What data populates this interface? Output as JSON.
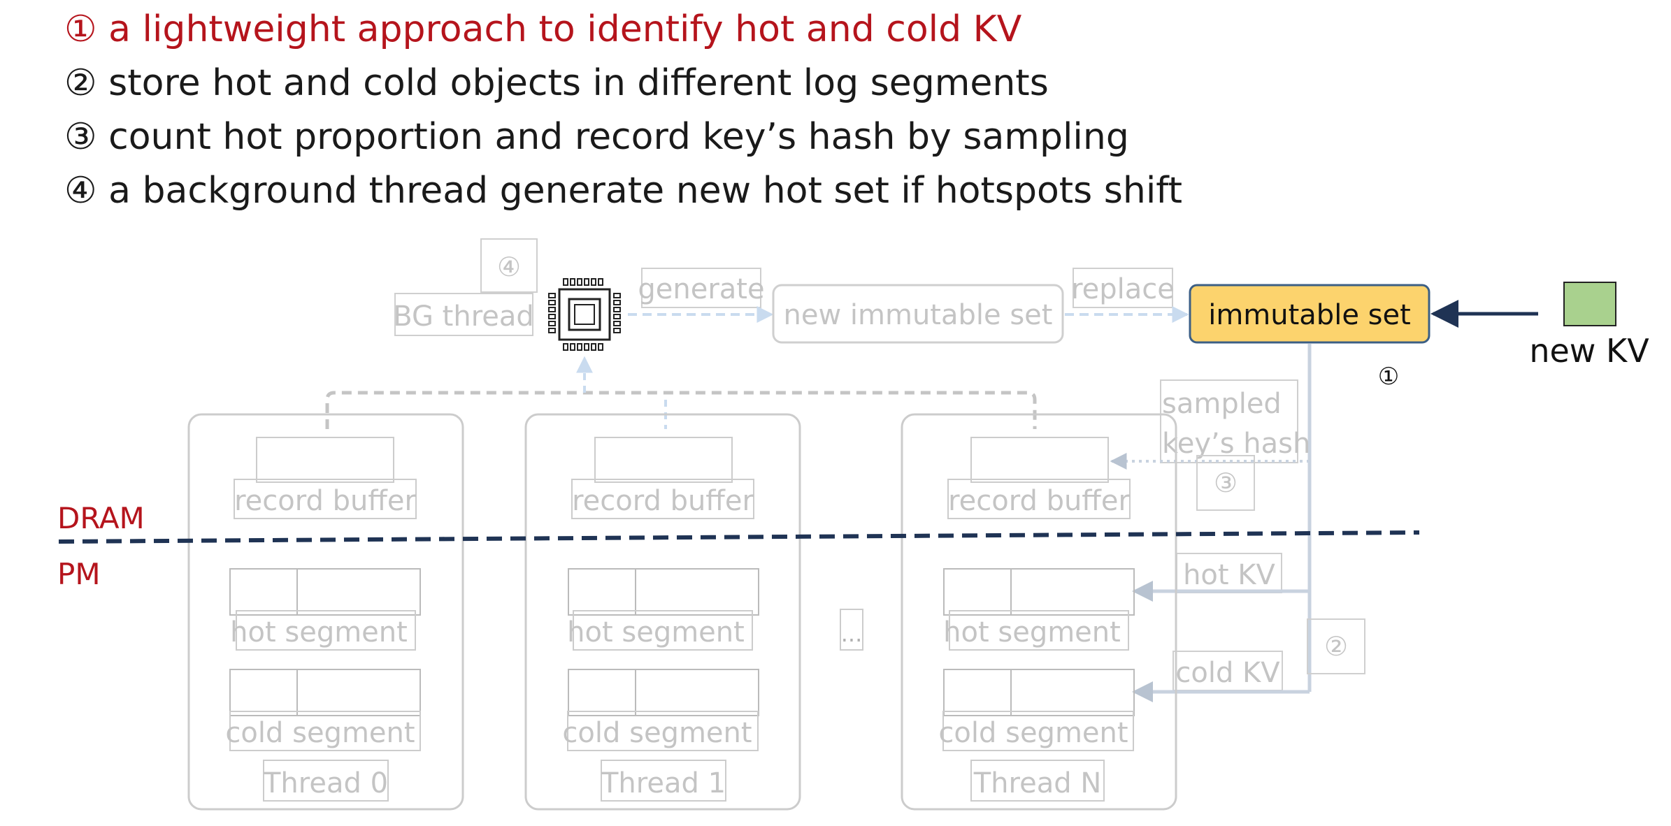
{
  "bullets": [
    {
      "text": "① a lightweight approach to identify hot and cold KV",
      "highlight": true
    },
    {
      "text": "② store hot and cold objects in different log segments",
      "highlight": false
    },
    {
      "text": "③ count hot proportion and record key’s hash by sampling",
      "highlight": false
    },
    {
      "text": "④ a background thread generate new hot set if hotspots shift",
      "highlight": false
    }
  ],
  "diagram": {
    "step4_marker": "④",
    "bg_thread_label": "BG thread",
    "cpu_icon": "cpu-chip-icon",
    "generate_label": "generate",
    "new_immutable_set_label": "new immutable set",
    "replace_label": "replace",
    "immutable_set_label": "immutable set",
    "new_kv_label": "new KV",
    "step1_marker": "①",
    "sampled_hash_line1": "sampled",
    "sampled_hash_line2": "key’s hash",
    "step3_marker": "③",
    "step2_marker": "②",
    "hot_kv_label": "hot KV",
    "cold_kv_label": "cold KV",
    "dram_label": "DRAM",
    "pm_label": "PM",
    "ellipsis": "...",
    "threads": [
      {
        "record_buffer": "record buffer",
        "hot_segment": "hot segment",
        "cold_segment": "cold segment",
        "name": "Thread 0"
      },
      {
        "record_buffer": "record buffer",
        "hot_segment": "hot segment",
        "cold_segment": "cold segment",
        "name": "Thread 1"
      },
      {
        "record_buffer": "record buffer",
        "hot_segment": "hot segment",
        "cold_segment": "cold segment",
        "name": "Thread N"
      }
    ]
  },
  "colors": {
    "highlight_red": "#b5141c",
    "immutable_set_fill": "#fcd36d",
    "new_kv_fill": "#a9d18e",
    "dram_pm_divider": "#1f3354",
    "faded_gray": "#c0c0c0",
    "faded_blue": "#d3e3f4"
  }
}
